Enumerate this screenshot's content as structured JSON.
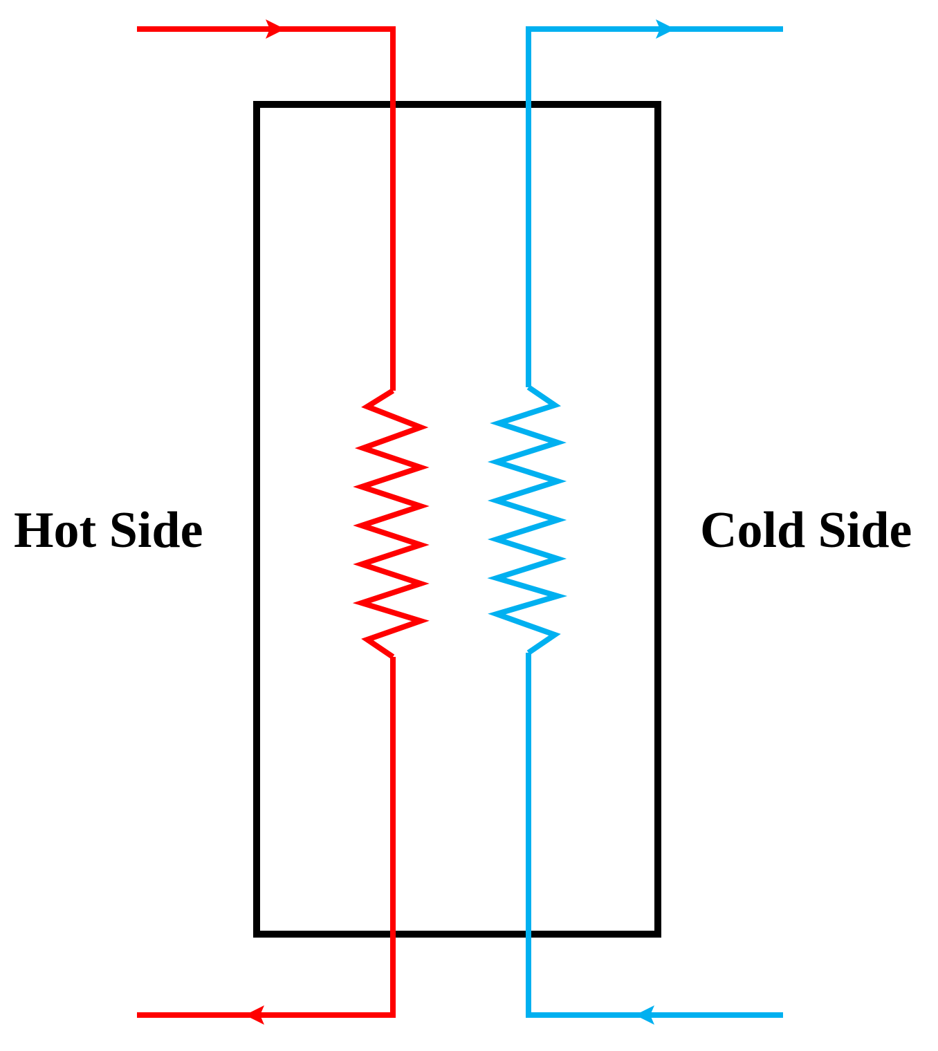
{
  "labels": {
    "hot_side": "Hot Side",
    "cold_side": "Cold Side"
  },
  "colors": {
    "hot": "#ff0000",
    "cold": "#00b0f0",
    "box": "#000000",
    "background": "#ffffff"
  },
  "streams": {
    "hot": {
      "inlet": "top-left",
      "outlet": "bottom-left",
      "flow": "downward"
    },
    "cold": {
      "inlet": "bottom-right",
      "outlet": "top-right",
      "flow": "upward"
    }
  },
  "icons": {
    "hot_resistor": "zigzag-resistor-icon",
    "cold_resistor": "zigzag-resistor-icon",
    "flow_arrow": "arrowhead-icon"
  }
}
